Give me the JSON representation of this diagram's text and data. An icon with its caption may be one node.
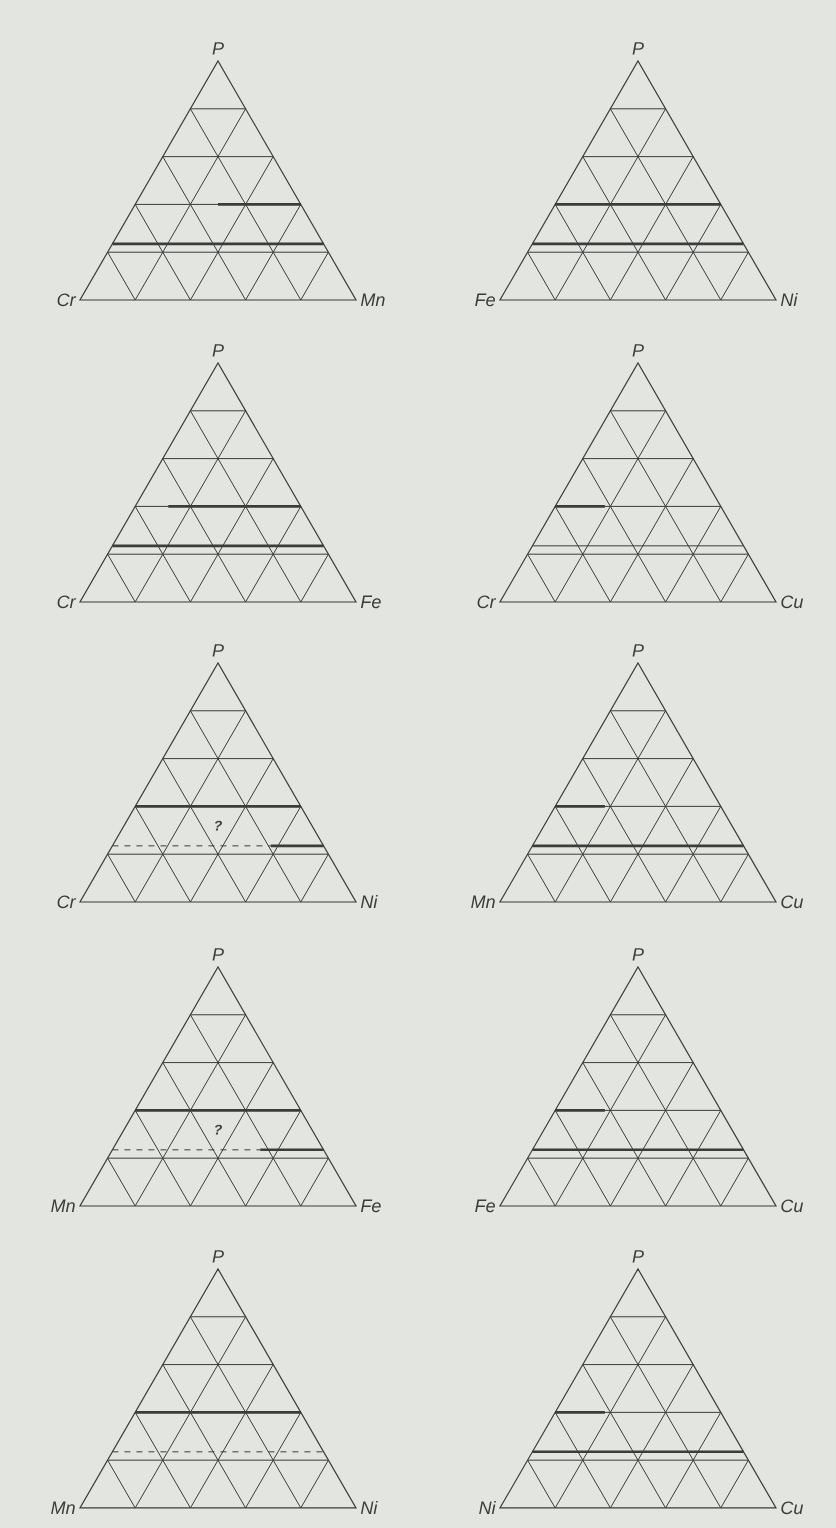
{
  "diagram": {
    "labels": [
      "P",
      "P",
      "Cr",
      "Mn",
      "Fe",
      "Ni",
      "P",
      "P",
      "Cr",
      "Fe",
      "Cr",
      "Cu",
      "P",
      "P",
      "?",
      "Cr",
      "Ni",
      "Mn",
      "Cu",
      "P",
      "P",
      "?",
      "Mn",
      "Fe",
      "Fe",
      "Cu",
      "P",
      "P",
      "Mn",
      "Ni",
      "Ni",
      "Cu"
    ]
  }
}
